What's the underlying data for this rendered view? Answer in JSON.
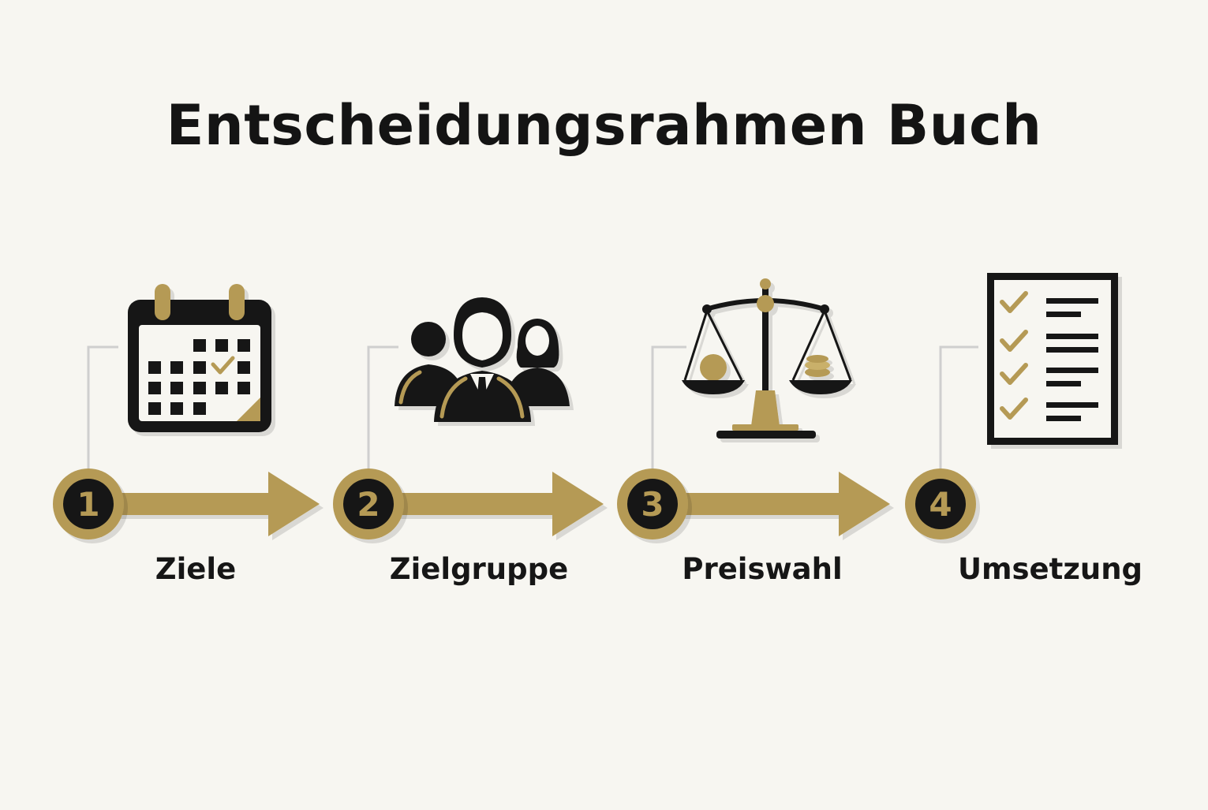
{
  "title": "Entscheidungsrahmen Buch",
  "colors": {
    "gold": "#b59a55",
    "black": "#141414",
    "background": "#f7f6f1",
    "connector": "#cfcfcf"
  },
  "steps": [
    {
      "number": "1",
      "label": "Ziele",
      "icon": "calendar-icon"
    },
    {
      "number": "2",
      "label": "Zielgruppe",
      "icon": "people-group-icon"
    },
    {
      "number": "3",
      "label": "Preiswahl",
      "icon": "balance-scale-icon"
    },
    {
      "number": "4",
      "label": "Umsetzung",
      "icon": "checklist-icon"
    }
  ]
}
